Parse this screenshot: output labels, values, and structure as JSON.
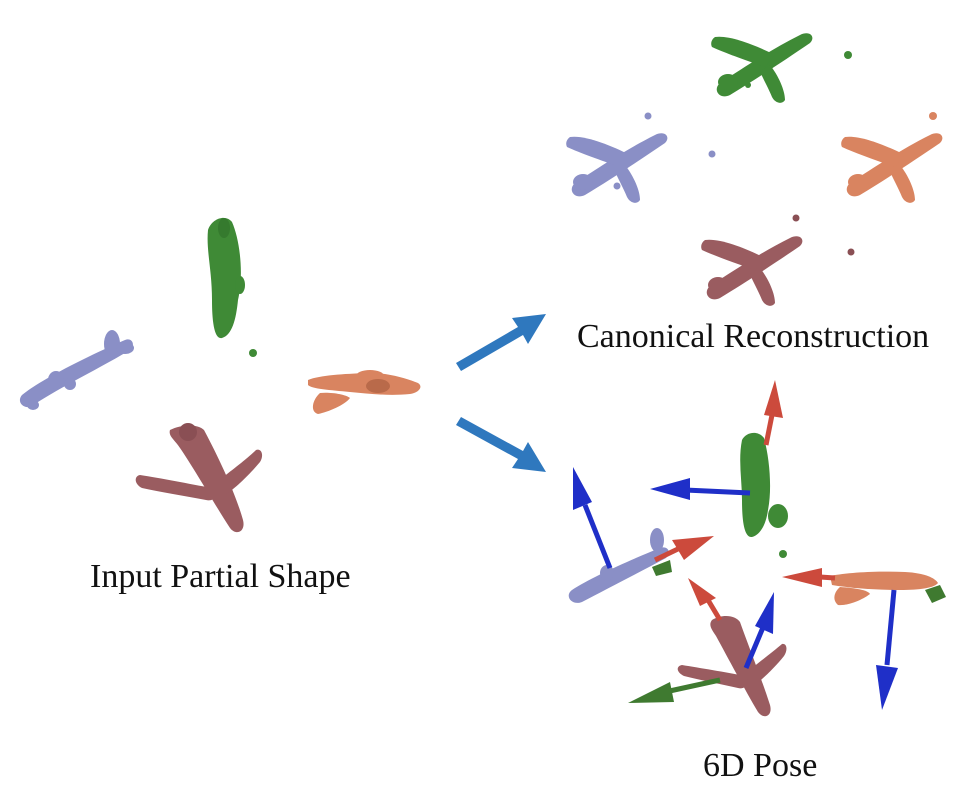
{
  "figure": {
    "panels": [
      {
        "id": "input",
        "caption": "Input Partial Shape"
      },
      {
        "id": "canonical",
        "caption": "Canonical Reconstruction"
      },
      {
        "id": "pose",
        "caption": "6D Pose"
      }
    ],
    "flow_arrows": [
      {
        "from": "Input Partial Shape",
        "to": "Canonical Reconstruction"
      },
      {
        "from": "Input Partial Shape",
        "to": "6D Pose"
      }
    ],
    "colors": {
      "plane_blue": "#8a8fc6",
      "plane_green": "#3f8a36",
      "plane_orange": "#d98460",
      "plane_maroon": "#9a5c60",
      "flow_arrow": "#2f78be",
      "axis_red": "#cc4a3c",
      "axis_green": "#3f7a30",
      "axis_blue": "#1f2fc8"
    },
    "objects": [
      "blue airplane",
      "green airplane",
      "orange airplane",
      "maroon airplane"
    ]
  }
}
